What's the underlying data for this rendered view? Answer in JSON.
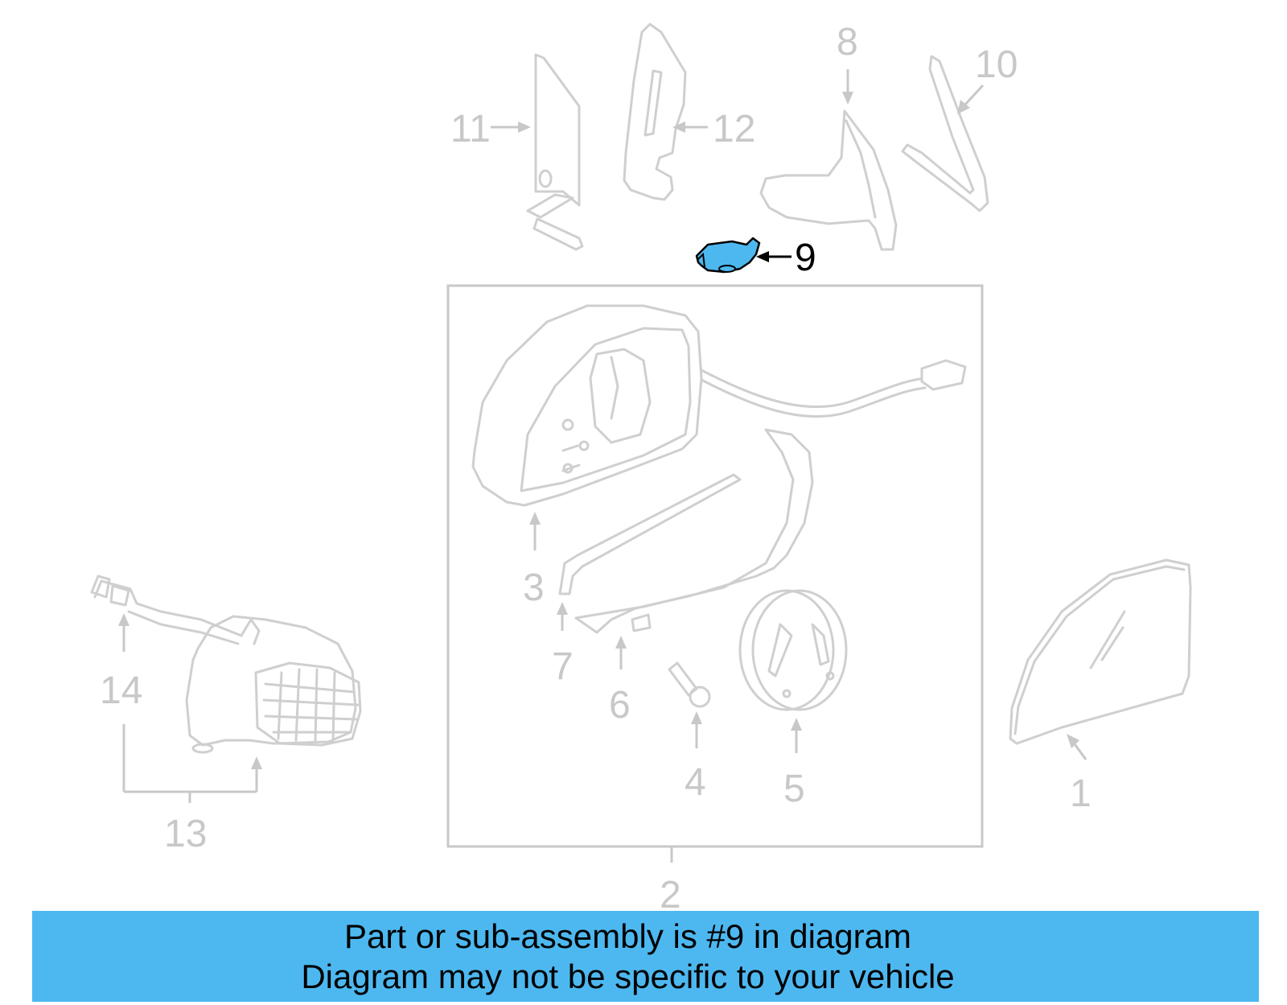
{
  "callouts": {
    "c1": "1",
    "c2": "2",
    "c3": "3",
    "c4": "4",
    "c5": "5",
    "c6": "6",
    "c7": "7",
    "c8": "8",
    "c9": "9",
    "c10": "10",
    "c11": "11",
    "c12": "12",
    "c13": "13",
    "c14": "14"
  },
  "highlighted_part": "9",
  "colors": {
    "highlight_part": "#4db8f0",
    "banner": "#4db8f0",
    "line_art": "#cfcfcf"
  },
  "banner": {
    "line1": "Part or sub-assembly is #9 in diagram",
    "line2": "Diagram may not be specific to your vehicle"
  }
}
